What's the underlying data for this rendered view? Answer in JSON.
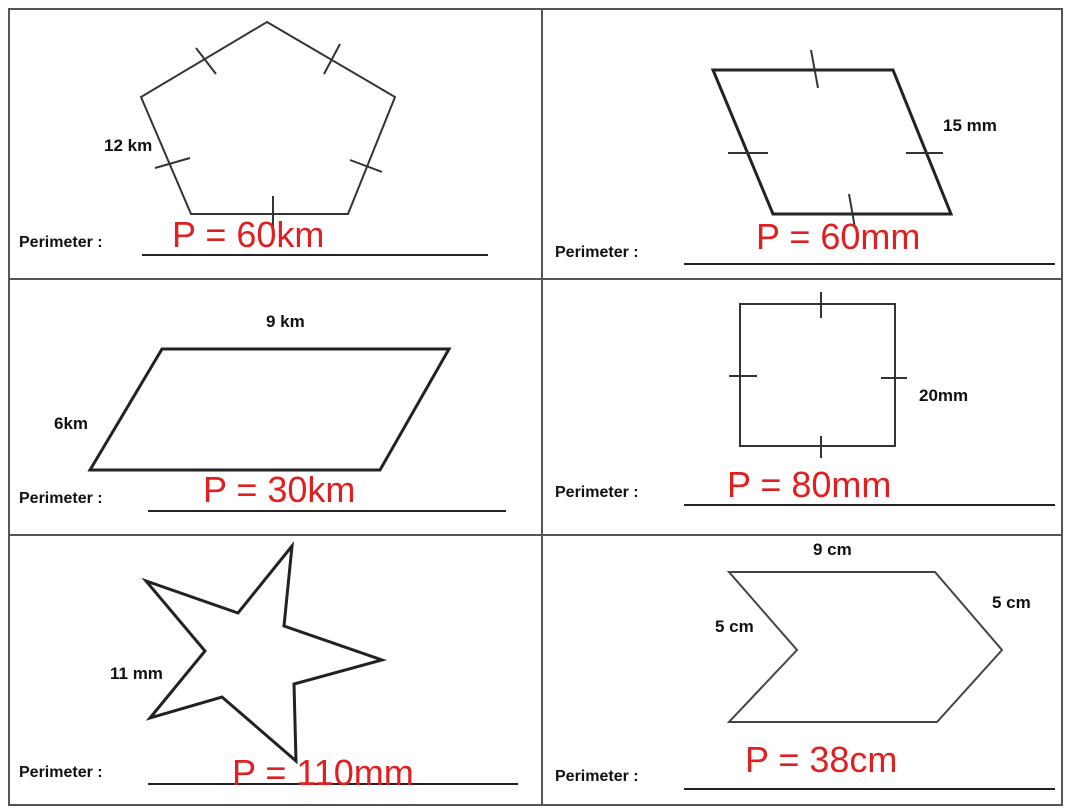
{
  "perimeter_label": "Perimeter :",
  "colors": {
    "answer": "#e02020",
    "ink": "#111111",
    "border": "#555555"
  },
  "problems": [
    {
      "shape": "pentagon",
      "labels": [
        "12 km"
      ],
      "answer": "P = 60km"
    },
    {
      "shape": "rhombus",
      "labels": [
        "15 mm"
      ],
      "answer": "P = 60mm"
    },
    {
      "shape": "parallelogram",
      "labels": [
        "9 km",
        "6km"
      ],
      "answer": "P = 30km"
    },
    {
      "shape": "square",
      "labels": [
        "20mm"
      ],
      "answer": "P = 80mm"
    },
    {
      "shape": "star",
      "labels": [
        "11 mm"
      ],
      "answer": "P = 110mm"
    },
    {
      "shape": "chevron",
      "labels": [
        "9 cm",
        "5 cm",
        "5 cm"
      ],
      "answer": "P = 38cm"
    }
  ]
}
